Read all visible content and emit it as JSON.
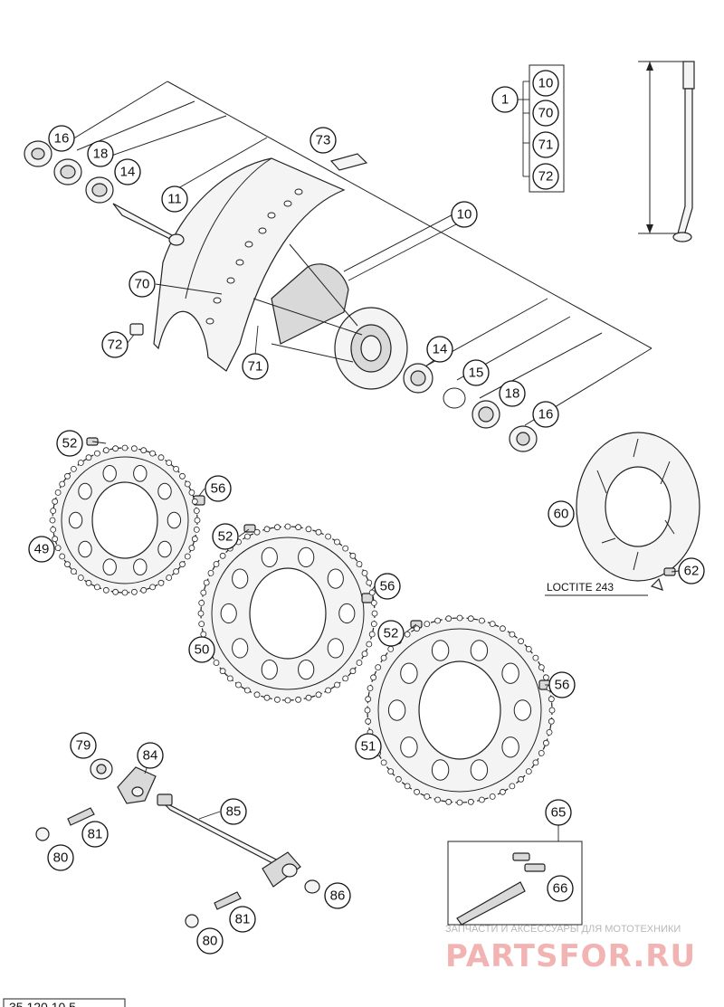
{
  "callouts": {
    "c1": "1",
    "c10a": "10",
    "c70a": "70",
    "c71a": "71",
    "c72a": "72",
    "c16a": "16",
    "c18a": "18",
    "c14a": "14",
    "c11": "11",
    "c73": "73",
    "c10b": "10",
    "c70b": "70",
    "c72b": "72",
    "c71b": "71",
    "c14b": "14",
    "c15": "15",
    "c18b": "18",
    "c16b": "16",
    "c52a": "52",
    "c56a": "56",
    "c49": "49",
    "c52b": "52",
    "c56b": "56",
    "c50": "50",
    "c52c": "52",
    "c56c": "56",
    "c51": "51",
    "c60": "60",
    "c62": "62",
    "c79": "79",
    "c84": "84",
    "c85": "85",
    "c81a": "81",
    "c80a": "80",
    "c86": "86",
    "c81b": "81",
    "c80b": "80",
    "c65": "65",
    "c66": "66"
  },
  "loctite_label": "LOCTITE 243",
  "watermark": {
    "top": "ЗАПЧАСТИ И АКСЕССУАРЫ ДЛЯ МОТОТЕХНИКИ",
    "main": "PARTSFOR.RU"
  },
  "drawing_number": "35.120.10.5"
}
